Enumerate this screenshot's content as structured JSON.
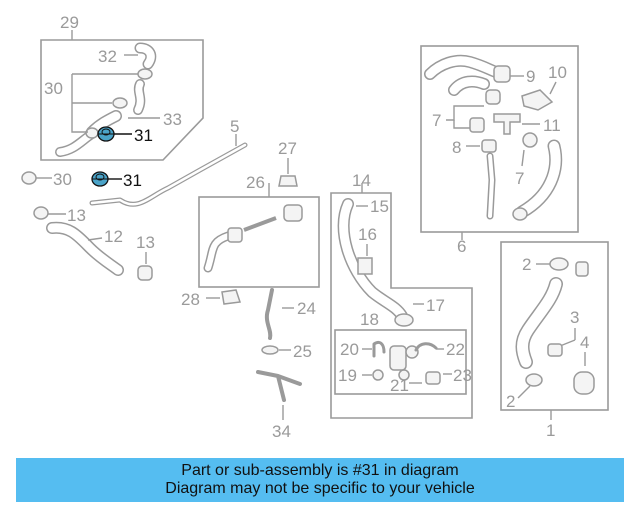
{
  "diagram": {
    "highlight_color": "#4aa3c8",
    "labels": {
      "p29": "29",
      "p32": "32",
      "p30a": "30",
      "p33": "33",
      "p31a": "31",
      "p30b": "30",
      "p31b": "31",
      "p13a": "13",
      "p12": "12",
      "p13b": "13",
      "p5": "5",
      "p27": "27",
      "p26": "26",
      "p28": "28",
      "p24": "24",
      "p25": "25",
      "p34": "34",
      "p14": "14",
      "p15": "15",
      "p16": "16",
      "p17": "17",
      "p18": "18",
      "p20": "20",
      "p22": "22",
      "p19": "19",
      "p23": "23",
      "p21": "21",
      "p9": "9",
      "p10": "10",
      "p7a": "7",
      "p11": "11",
      "p8": "8",
      "p7b": "7",
      "p6": "6",
      "p2a": "2",
      "p3": "3",
      "p4": "4",
      "p2b": "2",
      "p1": "1"
    }
  },
  "banner": {
    "line1": "Part or sub-assembly is #31 in diagram",
    "line2": "Diagram may not be specific to your vehicle",
    "color": "#55bdf1"
  }
}
